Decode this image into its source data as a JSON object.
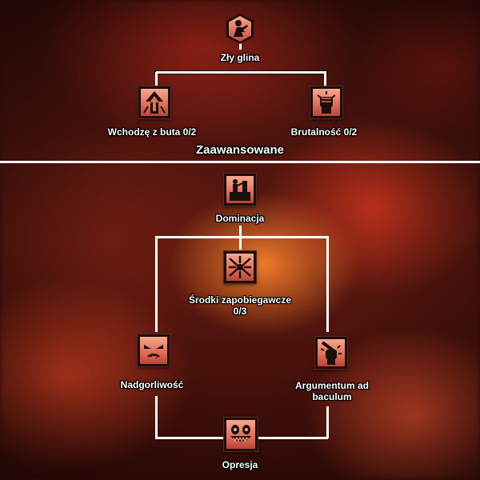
{
  "tree": {
    "top_skill": {
      "name": "Zły glina",
      "icon": "police-officer-icon"
    },
    "branch_left": {
      "name": "Wchodzę z buta 0/2",
      "icon": "boot-arrow-icon"
    },
    "branch_right": {
      "name": "Brutalność 0/2",
      "icon": "clenched-fist-icon"
    }
  },
  "section": {
    "title": "Zaawansowane"
  },
  "advanced": {
    "dominance": {
      "name": "Dominacja",
      "icon": "raised-fist-tower-icon"
    },
    "precautions": {
      "name": "Środki zapobiegawcze",
      "rank": "0/3",
      "icon": "burst-icon"
    },
    "overzeal": {
      "name": "Nadgorliwość",
      "icon": "angry-face-icon"
    },
    "argumentum": {
      "name": "Argumentum ad",
      "name2": "baculum",
      "icon": "fist-baton-icon"
    },
    "oppression": {
      "name": "Opresja",
      "icon": "grinning-face-icon"
    }
  },
  "colors": {
    "icon_fill_top": "#f6a88e",
    "icon_fill_bottom": "#b84534",
    "connector": "#ffffff",
    "text": "#ffffff"
  }
}
